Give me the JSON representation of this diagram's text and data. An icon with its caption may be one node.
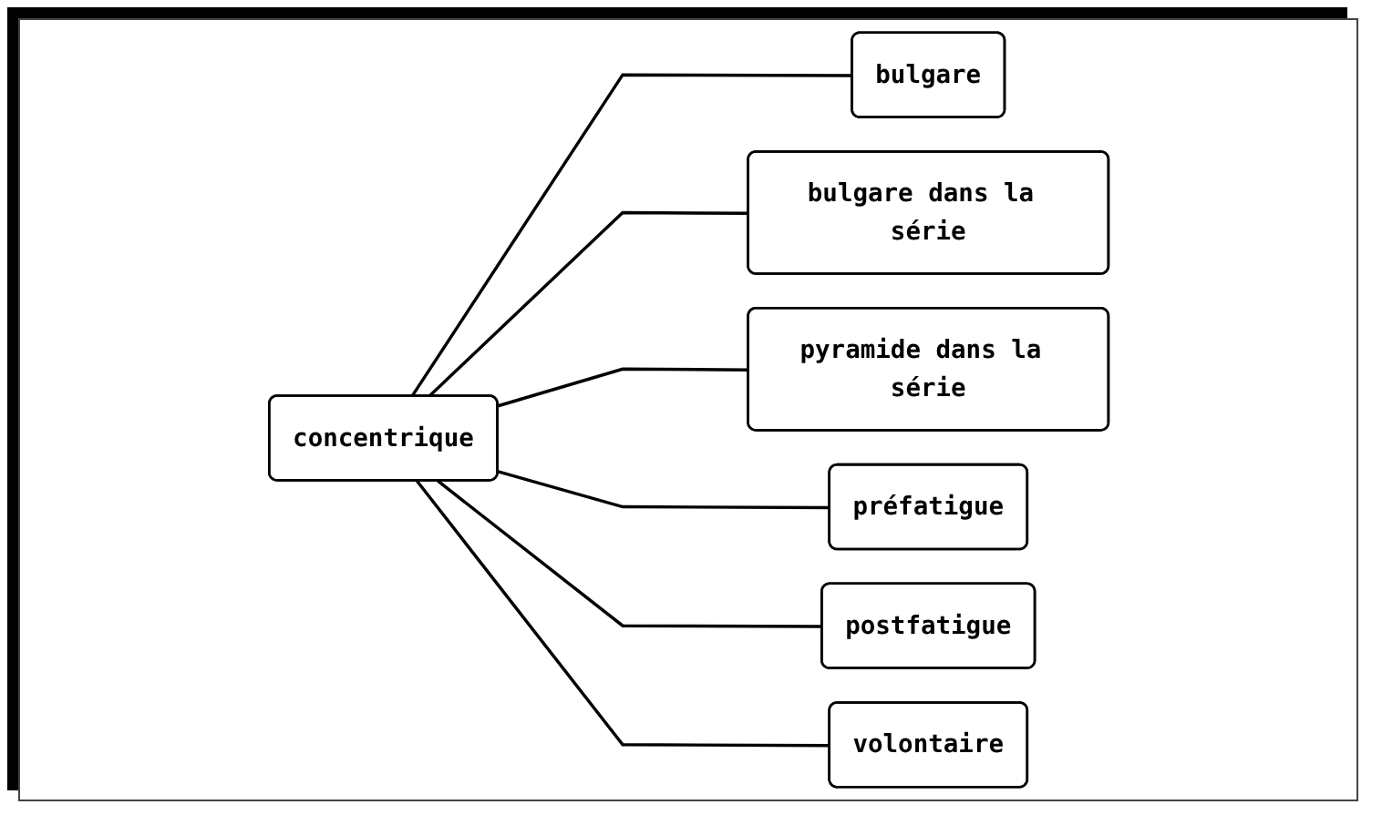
{
  "diagram": {
    "nodes": [
      {
        "text": [
          "concentrique"
        ]
      },
      {
        "text": [
          "bulgare"
        ]
      },
      {
        "text": [
          "bulgare dans la série"
        ]
      },
      {
        "text": [
          "pyramide dans la série"
        ]
      },
      {
        "text": [
          "préfatigue"
        ]
      },
      {
        "text": [
          "postfatigue"
        ]
      },
      {
        "text": [
          "volontaire"
        ]
      }
    ],
    "edges": [
      {
        "from": 0,
        "to": 1,
        "arrow": "none"
      },
      {
        "from": 0,
        "to": 2,
        "arrow": "none"
      },
      {
        "from": 0,
        "to": 3,
        "arrow": "none"
      },
      {
        "from": 0,
        "to": 4,
        "arrow": "none"
      },
      {
        "from": 0,
        "to": 5,
        "arrow": "none"
      },
      {
        "from": 0,
        "to": 6,
        "arrow": "none"
      }
    ]
  }
}
